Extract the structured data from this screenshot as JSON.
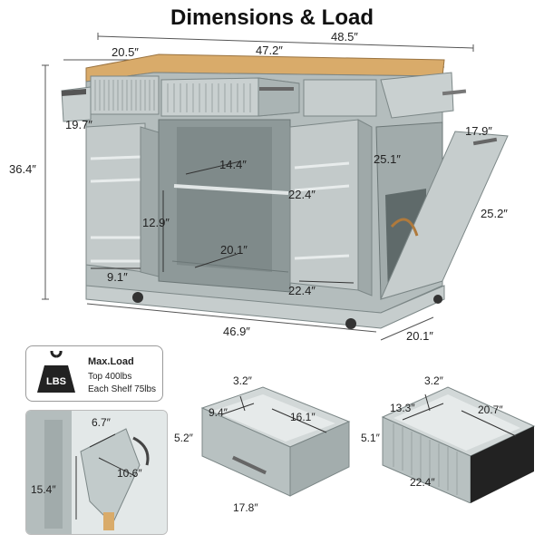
{
  "title": "Dimensions & Load",
  "main_dims": {
    "overall_width": "48.5″",
    "top_width": "47.2″",
    "side_extension": "20.5″",
    "height": "36.4″",
    "drawer_depth_left": "19.7″",
    "trash_door_width": "17.9″",
    "trash_door_height": "25.2″",
    "cabinet_inner_height": "25.1″",
    "shelf_depth": "14.4″",
    "shelf_width": "22.4″",
    "side_shelf_height": "12.9″",
    "inner_depth": "20.1″",
    "inner_bottom_width": "22.4″",
    "side_shelf_width": "9.1″",
    "base_width": "46.9″",
    "base_depth": "20.1″"
  },
  "load": {
    "title": "Max.Load",
    "line1": "Top 400lbs",
    "line2": "Each Shelf 75lbs",
    "badge": "LBS"
  },
  "trash_inset": {
    "top": "6.7″",
    "depth": "10.6″",
    "height": "15.4″"
  },
  "drawer_small": {
    "height_top": "3.2″",
    "inner_depth": "9.4″",
    "inner_width": "16.1″",
    "front_height": "5.2″",
    "front_width": "17.8″"
  },
  "drawer_large": {
    "height_top": "3.2″",
    "inner_depth": "13.3″",
    "inner_width": "20.7″",
    "front_height": "5.1″",
    "front_width": "22.4″"
  },
  "colors": {
    "cabinet": "#b4bdbd",
    "cabinet_dark": "#8e9999",
    "cabinet_light": "#d2d8d8",
    "wood": "#d9ab6a",
    "line": "#444444"
  }
}
